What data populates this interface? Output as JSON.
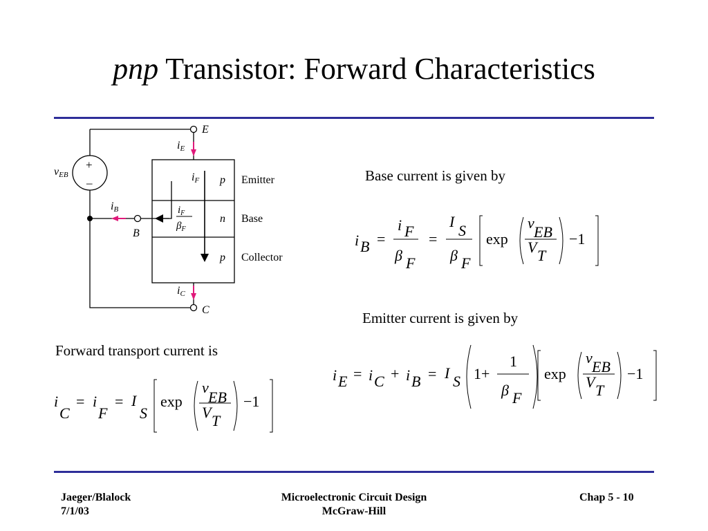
{
  "title": {
    "italic": "pnp",
    "rest": " Transistor: Forward Characteristics"
  },
  "labels": {
    "base": "Base current is given by",
    "emitter": "Emitter current is given by",
    "transport": "Forward transport current is"
  },
  "circuit": {
    "terminal_e": "E",
    "terminal_b": "B",
    "terminal_c": "C",
    "region_top": "p",
    "region_mid": "n",
    "region_bot": "p",
    "layer_emitter": "Emitter",
    "layer_base": "Base",
    "layer_collector": "Collector",
    "source_plus": "+",
    "source_minus": "–",
    "i": "i",
    "sub_e": "E",
    "sub_c": "C",
    "sub_b": "B",
    "sub_f": "F",
    "v": "v",
    "sub_eb": "EB",
    "beta": "β"
  },
  "math": {
    "i": "i",
    "I": "I",
    "beta": "β",
    "v": "v",
    "V": "V",
    "sub_B": "B",
    "sub_F": "F",
    "sub_S": "S",
    "sub_E": "E",
    "sub_C": "C",
    "sub_EB": "EB",
    "sub_T": "T",
    "eq": "=",
    "plus": "+",
    "exp": "exp",
    "minus_one": "−1",
    "one": "1",
    "one_plus": "1+"
  },
  "footer": {
    "left_line1": "Jaeger/Blalock",
    "left_line2": "7/1/03",
    "center_line1": "Microelectronic Circuit Design",
    "center_line2": "McGraw-Hill",
    "right": "Chap 5 - 10"
  },
  "colors": {
    "rule": "#2e2e99",
    "arrow": "#e0197a"
  }
}
